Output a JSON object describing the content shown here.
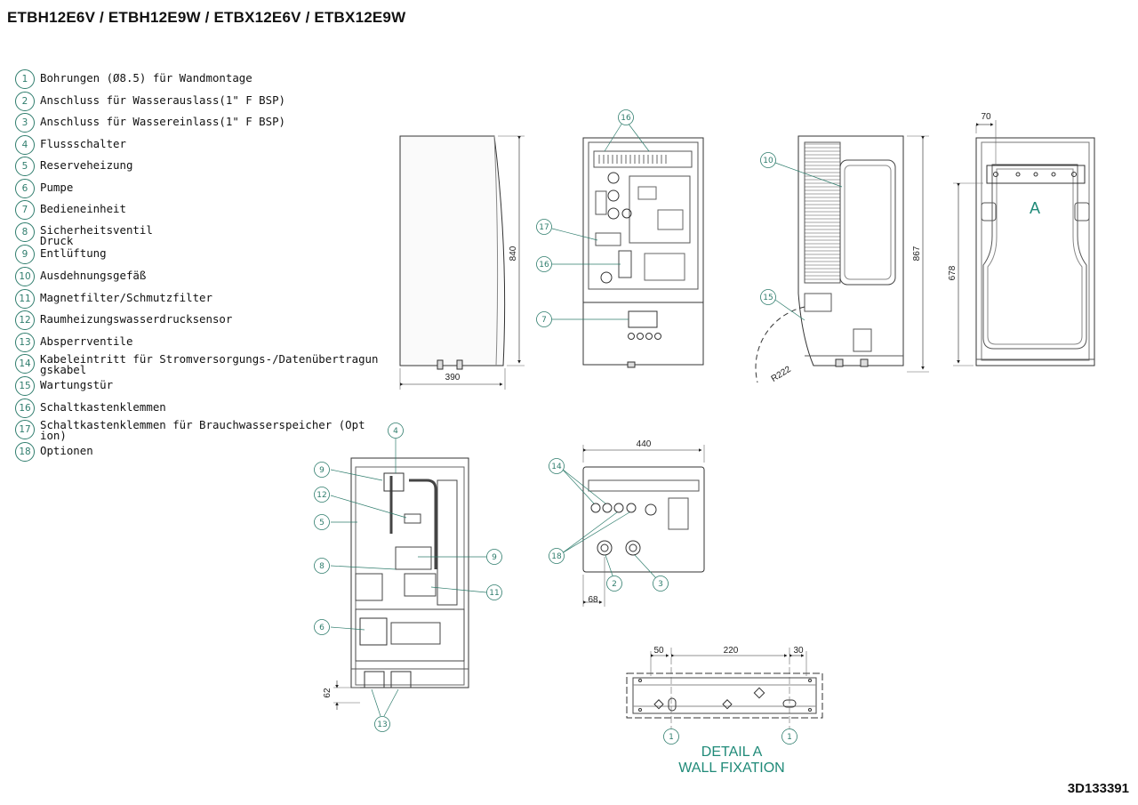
{
  "title": "ETBH12E6V / ETBH12E9W / ETBX12E6V / ETBX12E9W",
  "doc_number": "3D133391",
  "legend": [
    {
      "num": "1",
      "text": "Bohrungen (Ø8.5) für Wandmontage"
    },
    {
      "num": "2",
      "text": "Anschluss für Wasserauslass(1\" F BSP)"
    },
    {
      "num": "3",
      "text": "Anschluss für Wassereinlass(1\" F BSP)"
    },
    {
      "num": "4",
      "text": "Flussschalter"
    },
    {
      "num": "5",
      "text": "Reserveheizung"
    },
    {
      "num": "6",
      "text": "Pumpe"
    },
    {
      "num": "7",
      "text": "Bedieneinheit"
    },
    {
      "num": "8",
      "text": "Sicherheitsventil\nDruck"
    },
    {
      "num": "9",
      "text": "Entlüftung"
    },
    {
      "num": "10",
      "text": "Ausdehnungsgefäß"
    },
    {
      "num": "11",
      "text": "Magnetfilter/Schmutzfilter"
    },
    {
      "num": "12",
      "text": "Raumheizungswasserdrucksensor"
    },
    {
      "num": "13",
      "text": "Absperrventile"
    },
    {
      "num": "14",
      "text": "Kabeleintritt für Stromversorgungs-/Datenübertragun\ngskabel"
    },
    {
      "num": "15",
      "text": "Wartungstür"
    },
    {
      "num": "16",
      "text": "Schaltkastenklemmen"
    },
    {
      "num": "17",
      "text": "Schaltkastenklemmen für Brauchwasserspeicher (Opt\nion)"
    },
    {
      "num": "18",
      "text": "Optionen"
    }
  ],
  "dimensions": {
    "side_height": "840",
    "side_width": "390",
    "section_height": "867",
    "radius": "R222",
    "rear_offset": "70",
    "rear_height": "678",
    "bottom_width": "440",
    "bottom_offset": "68",
    "lower_offset": "62",
    "wall_left": "50",
    "wall_span": "220",
    "wall_right": "30"
  },
  "callouts": {
    "front": [
      "16",
      "17",
      "16",
      "7"
    ],
    "section": [
      "10",
      "15"
    ],
    "internal": [
      "4",
      "9",
      "12",
      "5",
      "8",
      "9",
      "11",
      "6",
      "13"
    ],
    "bottom": [
      "14",
      "18",
      "2",
      "3"
    ],
    "wall": [
      "1",
      "1"
    ]
  },
  "rear_label": "A",
  "detail": {
    "line1": "DETAIL A",
    "line2": "WALL FIXATION"
  }
}
